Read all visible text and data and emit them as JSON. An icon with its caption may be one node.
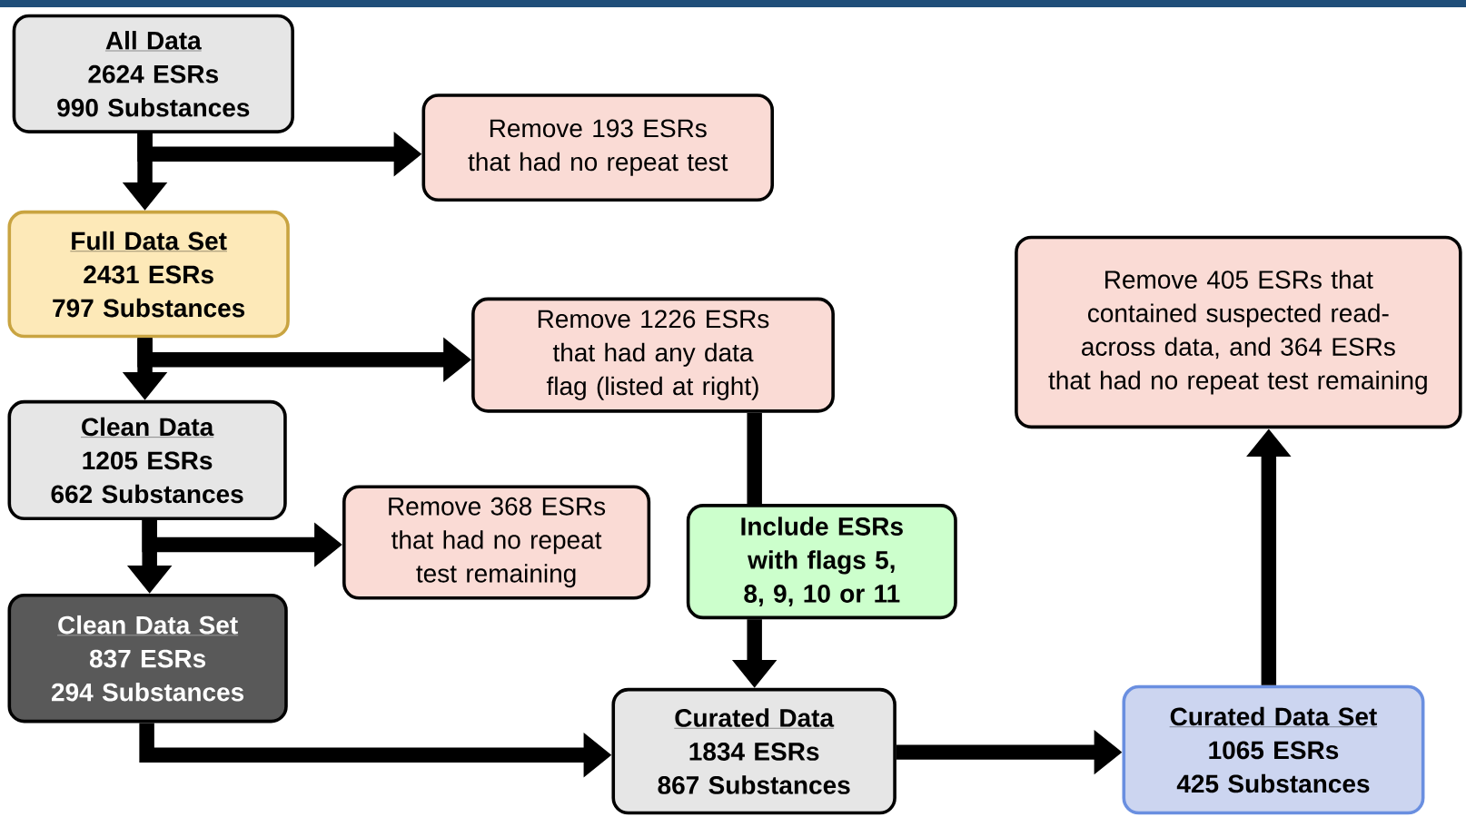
{
  "diagram": {
    "nodes": [
      {
        "text": [
          "All Data",
          "2624 ESRs",
          "990 Substances"
        ]
      },
      {
        "text": [
          "Remove 193 ESRs that had no repeat test"
        ]
      },
      {
        "text": [
          "Full Data Set",
          "2431 ESRs",
          "797 Substances"
        ]
      },
      {
        "text": [
          "Remove 1226 ESRs that had any data flag (listed at right)"
        ]
      },
      {
        "text": [
          "Clean Data",
          "1205 ESRs",
          "662 Substances"
        ]
      },
      {
        "text": [
          "Remove 368 ESRs that had no repeat test remaining"
        ]
      },
      {
        "text": [
          "Include ESRs with flags 5, 8, 9, 10 or 11"
        ]
      },
      {
        "text": [
          "Clean Data Set",
          "837 ESRs",
          "294 Substances"
        ]
      },
      {
        "text": [
          "Curated Data",
          "1834 ESRs",
          "867 Substances"
        ]
      },
      {
        "text": [
          "Remove 405 ESRs that contained suspected read-across data, and 364 ESRs that had no repeat test remaining"
        ]
      },
      {
        "text": [
          "Curated Data Set",
          "1065 ESRs",
          "425 Substances"
        ]
      }
    ],
    "edges": [
      {
        "from": 0,
        "to": 2,
        "arrow": "to"
      },
      {
        "from": 0,
        "to": 1,
        "arrow": "to"
      },
      {
        "from": 2,
        "to": 4,
        "arrow": "to"
      },
      {
        "from": 2,
        "to": 3,
        "arrow": "to"
      },
      {
        "from": 4,
        "to": 7,
        "arrow": "to"
      },
      {
        "from": 4,
        "to": 5,
        "arrow": "to"
      },
      {
        "from": 3,
        "to": 6,
        "arrow": "none"
      },
      {
        "from": 6,
        "to": 8,
        "arrow": "to"
      },
      {
        "from": 7,
        "to": 8,
        "arrow": "to"
      },
      {
        "from": 8,
        "to": 10,
        "arrow": "to"
      },
      {
        "from": 10,
        "to": 9,
        "arrow": "to"
      }
    ]
  }
}
